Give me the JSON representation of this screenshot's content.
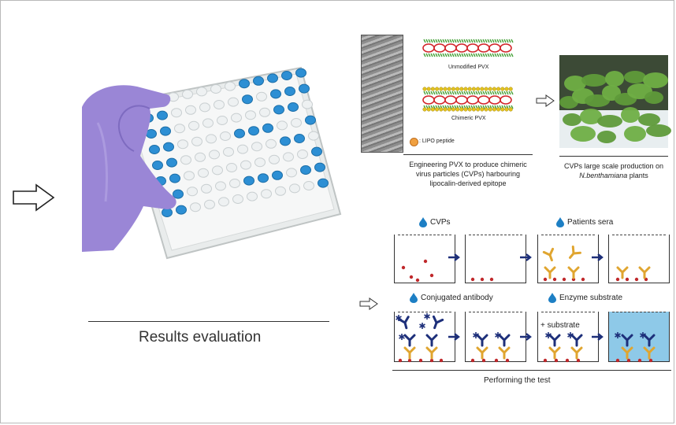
{
  "page": {
    "results_label": "Results evaluation"
  },
  "engineering": {
    "unmodified_label": "Unmodified PVX",
    "chimeric_label": "Chimeric PVX",
    "lipo_legend": ": LIPO peptide",
    "caption": "Engineering PVX to produce chimeric virus particles (CVPs) harbouring lipocalin-derived epitope"
  },
  "production": {
    "caption_prefix": "CVPs large scale production on ",
    "caption_species": "N.benthamiana",
    "caption_suffix": " plants"
  },
  "assay": {
    "step_cvps": "CVPs",
    "step_sera": "Patients sera",
    "step_conjugated": "Conjugated antibody",
    "step_enzyme": "Enzyme substrate",
    "substrate_label": "+ substrate",
    "caption": "Performing the test"
  },
  "colors": {
    "glove": "#9a86d6",
    "well_blue": "#2d8fd4",
    "antigen_red": "#c0282b",
    "antibody_yellow": "#e0a52f",
    "antibody_navy": "#1d2f7a",
    "substrate_blue": "#8ec9e8",
    "arrow_navy": "#1d2f7a",
    "plant_green": "#5f9a3a"
  }
}
